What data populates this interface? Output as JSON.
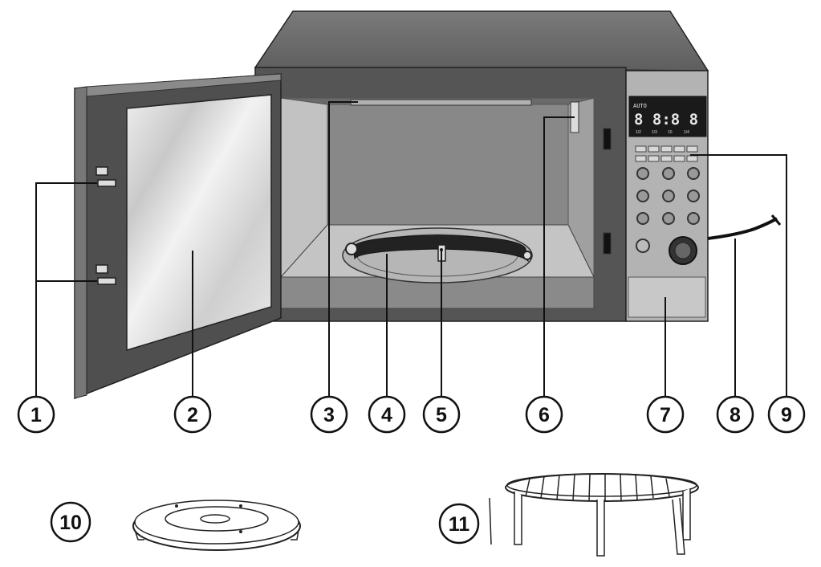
{
  "callouts": [
    {
      "n": "1"
    },
    {
      "n": "2"
    },
    {
      "n": "3"
    },
    {
      "n": "4"
    },
    {
      "n": "5"
    },
    {
      "n": "6"
    },
    {
      "n": "7"
    },
    {
      "n": "8"
    },
    {
      "n": "9"
    },
    {
      "n": "10"
    },
    {
      "n": "11"
    }
  ],
  "display": {
    "auto": "AUTO",
    "digits": "8 8:8 8",
    "indicators": [
      "1/2",
      "1/3",
      "10",
      "1/4"
    ]
  },
  "colors": {
    "cabinet": "#5a5a5a",
    "cabinet_top": "#6e6e6e",
    "door_frame": "#4e4e4e",
    "glass": "#d6d6d6",
    "panel": "#b9b9b9",
    "display_bg": "#1a1a1a",
    "floor": "#c4c4c4"
  }
}
